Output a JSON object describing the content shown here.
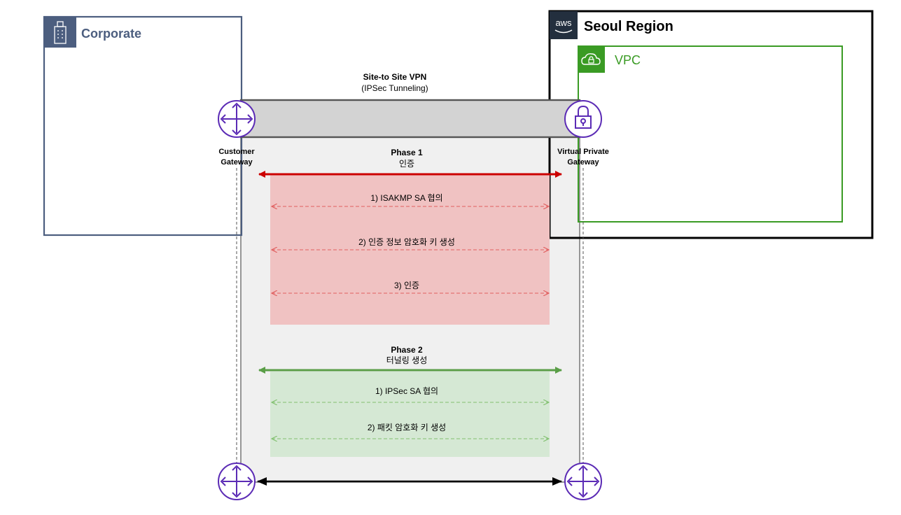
{
  "corporate": {
    "label": "Corporate",
    "color": "#4c5e7f",
    "icon": "office-building-icon"
  },
  "region": {
    "label": "Seoul Region",
    "logo": "aws"
  },
  "vpc": {
    "label": "VPC",
    "color": "#3a9b24",
    "icon": "cloud-lock-icon"
  },
  "vpn": {
    "title": "Site-to Site VPN",
    "subtitle": "(IPSec Tunneling)"
  },
  "customer_gateway": {
    "label_line1": "Customer",
    "label_line2": "Gateway",
    "icon": "router-icon"
  },
  "virtual_private_gateway": {
    "label_line1": "Virtual Private",
    "label_line2": "Gateway",
    "icon": "lock-icon"
  },
  "phase1": {
    "title": "Phase 1",
    "subtitle": "인증",
    "color": "#cc0000",
    "fill": "#f0c2c2",
    "steps": [
      "1) ISAKMP SA 협의",
      "2) 인증 정보 암호화 키 생성",
      "3) 인증"
    ]
  },
  "phase2": {
    "title": "Phase 2",
    "subtitle": "터널링 생성",
    "color": "#5a9e47",
    "fill": "#d5e8d4",
    "steps": [
      "1) IPSec SA 협의",
      "2) 패킷 암호화 키 생성"
    ]
  },
  "colors": {
    "router_purple": "#5b2bb5",
    "tunnel_gray": "#d3d3d3",
    "panel_gray": "#f0f0f0"
  }
}
